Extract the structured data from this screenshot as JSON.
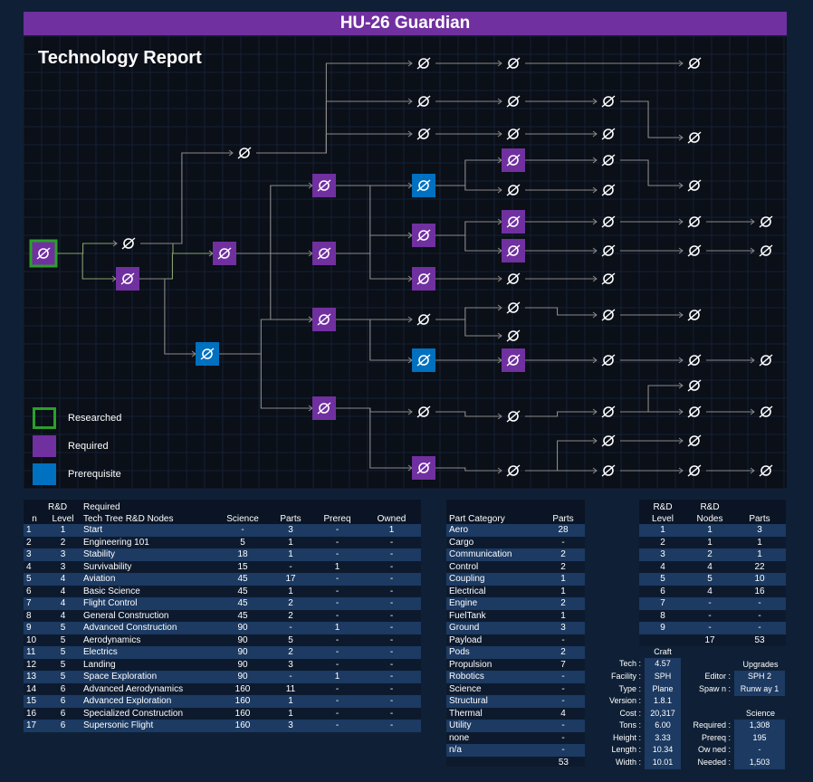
{
  "title": "HU-26 Guardian",
  "report_title": "Technology Report",
  "legend": [
    {
      "label": "Researched",
      "color": "#2aa02a"
    },
    {
      "label": "Required",
      "color": "#7030a0"
    },
    {
      "label": "Prerequisite",
      "color": "#0070c0"
    }
  ],
  "colors": {
    "researched": "#2aa02a",
    "required": "#7030a0",
    "prerequisite": "#0070c0",
    "line": "#8a8a8a",
    "line_green": "#8aa070"
  },
  "nodes_table": {
    "headers": {
      "n": "n",
      "rd_level_1": "R&D",
      "rd_level_2": "Level",
      "nodes_1": "Required",
      "nodes_2": "Tech Tree R&D Nodes",
      "science": "Science",
      "parts": "Parts",
      "prereq": "Prereq",
      "owned": "Owned"
    },
    "rows": [
      [
        "1",
        "1",
        "Start",
        "-",
        "3",
        "-",
        "1"
      ],
      [
        "2",
        "2",
        "Engineering 101",
        "5",
        "1",
        "-",
        "-"
      ],
      [
        "3",
        "3",
        "Stability",
        "18",
        "1",
        "-",
        "-"
      ],
      [
        "4",
        "3",
        "Survivability",
        "15",
        "-",
        "1",
        "-"
      ],
      [
        "5",
        "4",
        "Aviation",
        "45",
        "17",
        "-",
        "-"
      ],
      [
        "6",
        "4",
        "Basic Science",
        "45",
        "1",
        "-",
        "-"
      ],
      [
        "7",
        "4",
        "Flight Control",
        "45",
        "2",
        "-",
        "-"
      ],
      [
        "8",
        "4",
        "General Construction",
        "45",
        "2",
        "-",
        "-"
      ],
      [
        "9",
        "5",
        "Advanced Construction",
        "90",
        "-",
        "1",
        "-"
      ],
      [
        "10",
        "5",
        "Aerodynamics",
        "90",
        "5",
        "-",
        "-"
      ],
      [
        "11",
        "5",
        "Electrics",
        "90",
        "2",
        "-",
        "-"
      ],
      [
        "12",
        "5",
        "Landing",
        "90",
        "3",
        "-",
        "-"
      ],
      [
        "13",
        "5",
        "Space Exploration",
        "90",
        "-",
        "1",
        "-"
      ],
      [
        "14",
        "6",
        "Advanced Aerodynamics",
        "160",
        "11",
        "-",
        "-"
      ],
      [
        "15",
        "6",
        "Advanced Exploration",
        "160",
        "1",
        "-",
        "-"
      ],
      [
        "16",
        "6",
        "Specialized Construction",
        "160",
        "1",
        "-",
        "-"
      ],
      [
        "17",
        "6",
        "Supersonic Flight",
        "160",
        "3",
        "-",
        "-"
      ]
    ]
  },
  "category_table": {
    "headers": {
      "category": "Part Category",
      "parts": "Parts"
    },
    "rows": [
      [
        "Aero",
        "28"
      ],
      [
        "Cargo",
        "-"
      ],
      [
        "Communication",
        "2"
      ],
      [
        "Control",
        "2"
      ],
      [
        "Coupling",
        "1"
      ],
      [
        "Electrical",
        "1"
      ],
      [
        "Engine",
        "2"
      ],
      [
        "FuelTank",
        "1"
      ],
      [
        "Ground",
        "3"
      ],
      [
        "Payload",
        "-"
      ],
      [
        "Pods",
        "2"
      ],
      [
        "Propulsion",
        "7"
      ],
      [
        "Robotics",
        "-"
      ],
      [
        "Science",
        "-"
      ],
      [
        "Structural",
        "-"
      ],
      [
        "Thermal",
        "4"
      ],
      [
        "Utility",
        "-"
      ],
      [
        "none",
        "-"
      ],
      [
        "n/a",
        "-"
      ]
    ],
    "total": "53"
  },
  "level_table": {
    "headers": {
      "level_1": "R&D",
      "level_2": "Level",
      "nodes_1": "R&D",
      "nodes_2": "Nodes",
      "parts": "Parts"
    },
    "rows": [
      [
        "1",
        "1",
        "3"
      ],
      [
        "2",
        "1",
        "1"
      ],
      [
        "3",
        "2",
        "1"
      ],
      [
        "4",
        "4",
        "22"
      ],
      [
        "5",
        "5",
        "10"
      ],
      [
        "6",
        "4",
        "16"
      ],
      [
        "7",
        "-",
        "-"
      ],
      [
        "8",
        "-",
        "-"
      ],
      [
        "9",
        "-",
        "-"
      ]
    ],
    "totals": {
      "nodes": "17",
      "parts": "53"
    }
  },
  "craft": {
    "header": "Craft",
    "tech_label": "Tech :",
    "tech": "4.57",
    "facility_label": "Facility :",
    "facility": "SPH",
    "type_label": "Type :",
    "type": "Plane",
    "version_label": "Version :",
    "version": "1.8.1",
    "cost_label": "Cost :",
    "cost": "20,317",
    "tons_label": "Tons :",
    "tons": "6.00",
    "height_label": "Height :",
    "height": "3.33",
    "length_label": "Length :",
    "length": "10.34",
    "width_label": "Width :",
    "width": "10.01"
  },
  "upgrades": {
    "header": "Upgrades",
    "editor_label": "Editor :",
    "editor": "SPH 2",
    "spawn_label": "Spaw n :",
    "spawn": "Runw ay 1"
  },
  "science": {
    "header": "Science",
    "required_label": "Required :",
    "required": "1,308",
    "prereq_label": "Prereq :",
    "prereq": "195",
    "owned_label": "Ow ned :",
    "owned": "-",
    "needed_label": "Needed :",
    "needed": "1,503"
  }
}
